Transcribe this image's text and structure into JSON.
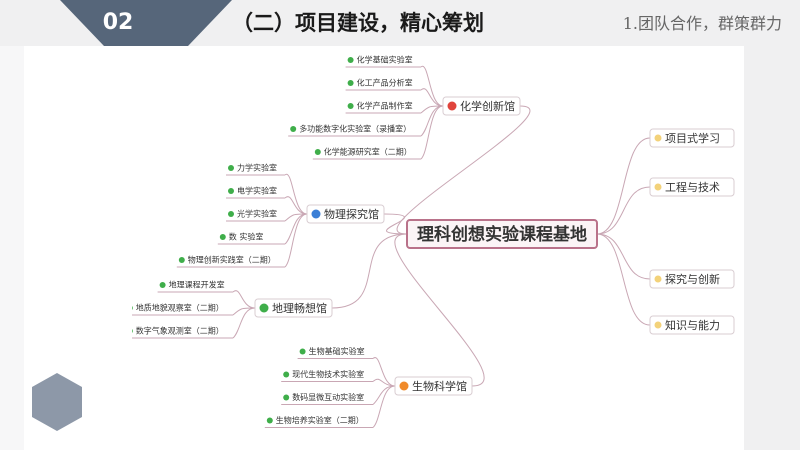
{
  "header": {
    "section_number": "02",
    "title": "（二）项目建设，精心筹划",
    "subtitle": "1.团队合作，群策群力"
  },
  "mindmap": {
    "center": "理科创想实验课程基地",
    "left_branches": [
      {
        "label": "化学创新馆",
        "icon_color": "#e0443c",
        "items": [
          "化学基础实验室",
          "化工产品分析室",
          "化学产品制作室",
          "多功能数字化实验室（录播室）",
          "化学能源研究室（二期）"
        ]
      },
      {
        "label": "物理探究馆",
        "icon_color": "#3b7fd6",
        "items": [
          "力学实验室",
          "电学实验室",
          "光学实验室",
          "数  实验室",
          "物理创新实践室（二期）"
        ]
      },
      {
        "label": "地理畅想馆",
        "icon_color": "#3fae4a",
        "items": [
          "地理课程开发室",
          "地质地貌观察室（二期）",
          "数字气象观测室（二期）"
        ]
      },
      {
        "label": "生物科学馆",
        "icon_color": "#f08a2a",
        "items": [
          "生物基础实验室",
          "现代生物技术实验室",
          "数码显微互动实验室",
          "生物培养实验室（二期）"
        ]
      }
    ],
    "right_branches": [
      "项目式学习",
      "工程与技术",
      "探究与创新",
      "知识与能力"
    ],
    "colors": {
      "center_border": "#b9728a",
      "center_text": "#b5476c",
      "link": "#c9a7b4",
      "leaf_dot": "#3fae4a",
      "right_dot": "#f3d27a"
    }
  }
}
